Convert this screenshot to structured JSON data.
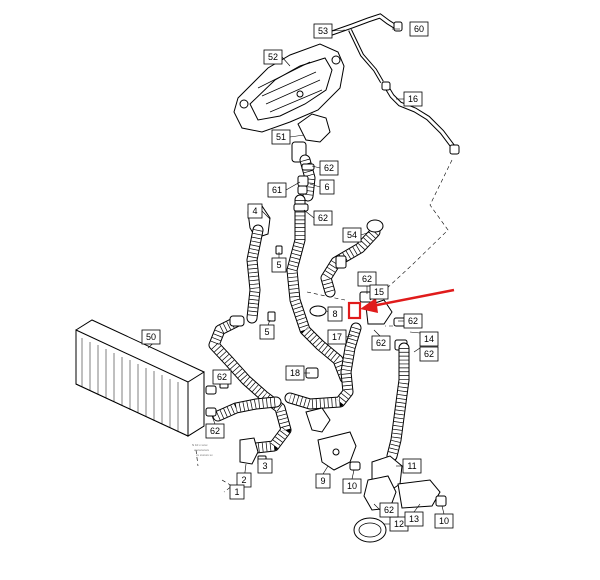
{
  "diagram": {
    "callouts": [
      "53",
      "60",
      "52",
      "16",
      "51",
      "62",
      "6",
      "61",
      "62",
      "4",
      "5",
      "54",
      "62",
      "15",
      "8",
      "62",
      "14",
      "62",
      "17",
      "62",
      "5",
      "50",
      "18",
      "62",
      "62",
      "3",
      "2",
      "1",
      "9",
      "11",
      "10",
      "12",
      "13",
      "10",
      "62"
    ],
    "watermark_lines": [
      "N 10 x xxxx",
      "xxxxxxxxxx",
      "xx xxxxxx xx"
    ],
    "highlight_color": "#e01b1b"
  }
}
